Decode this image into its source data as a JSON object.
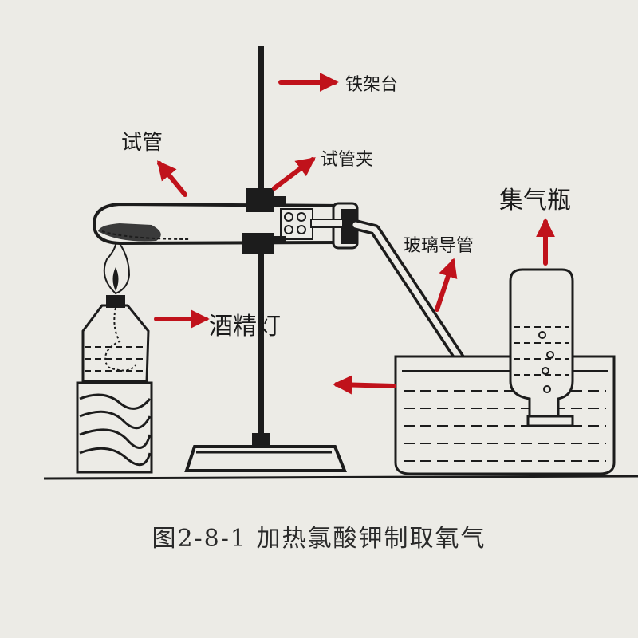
{
  "labels": {
    "iron_stand": "铁架台",
    "test_tube": "试管",
    "tube_clamp": "试管夹",
    "gas_bottle": "集气瓶",
    "glass_tube": "玻璃导管",
    "alcohol_lamp": "酒精灯"
  },
  "caption": "图2-8-1   加热氯酸钾制取氧气",
  "colors": {
    "arrow": "#c0121b",
    "ink": "#1c1c1c",
    "paper": "#ecebe6"
  }
}
